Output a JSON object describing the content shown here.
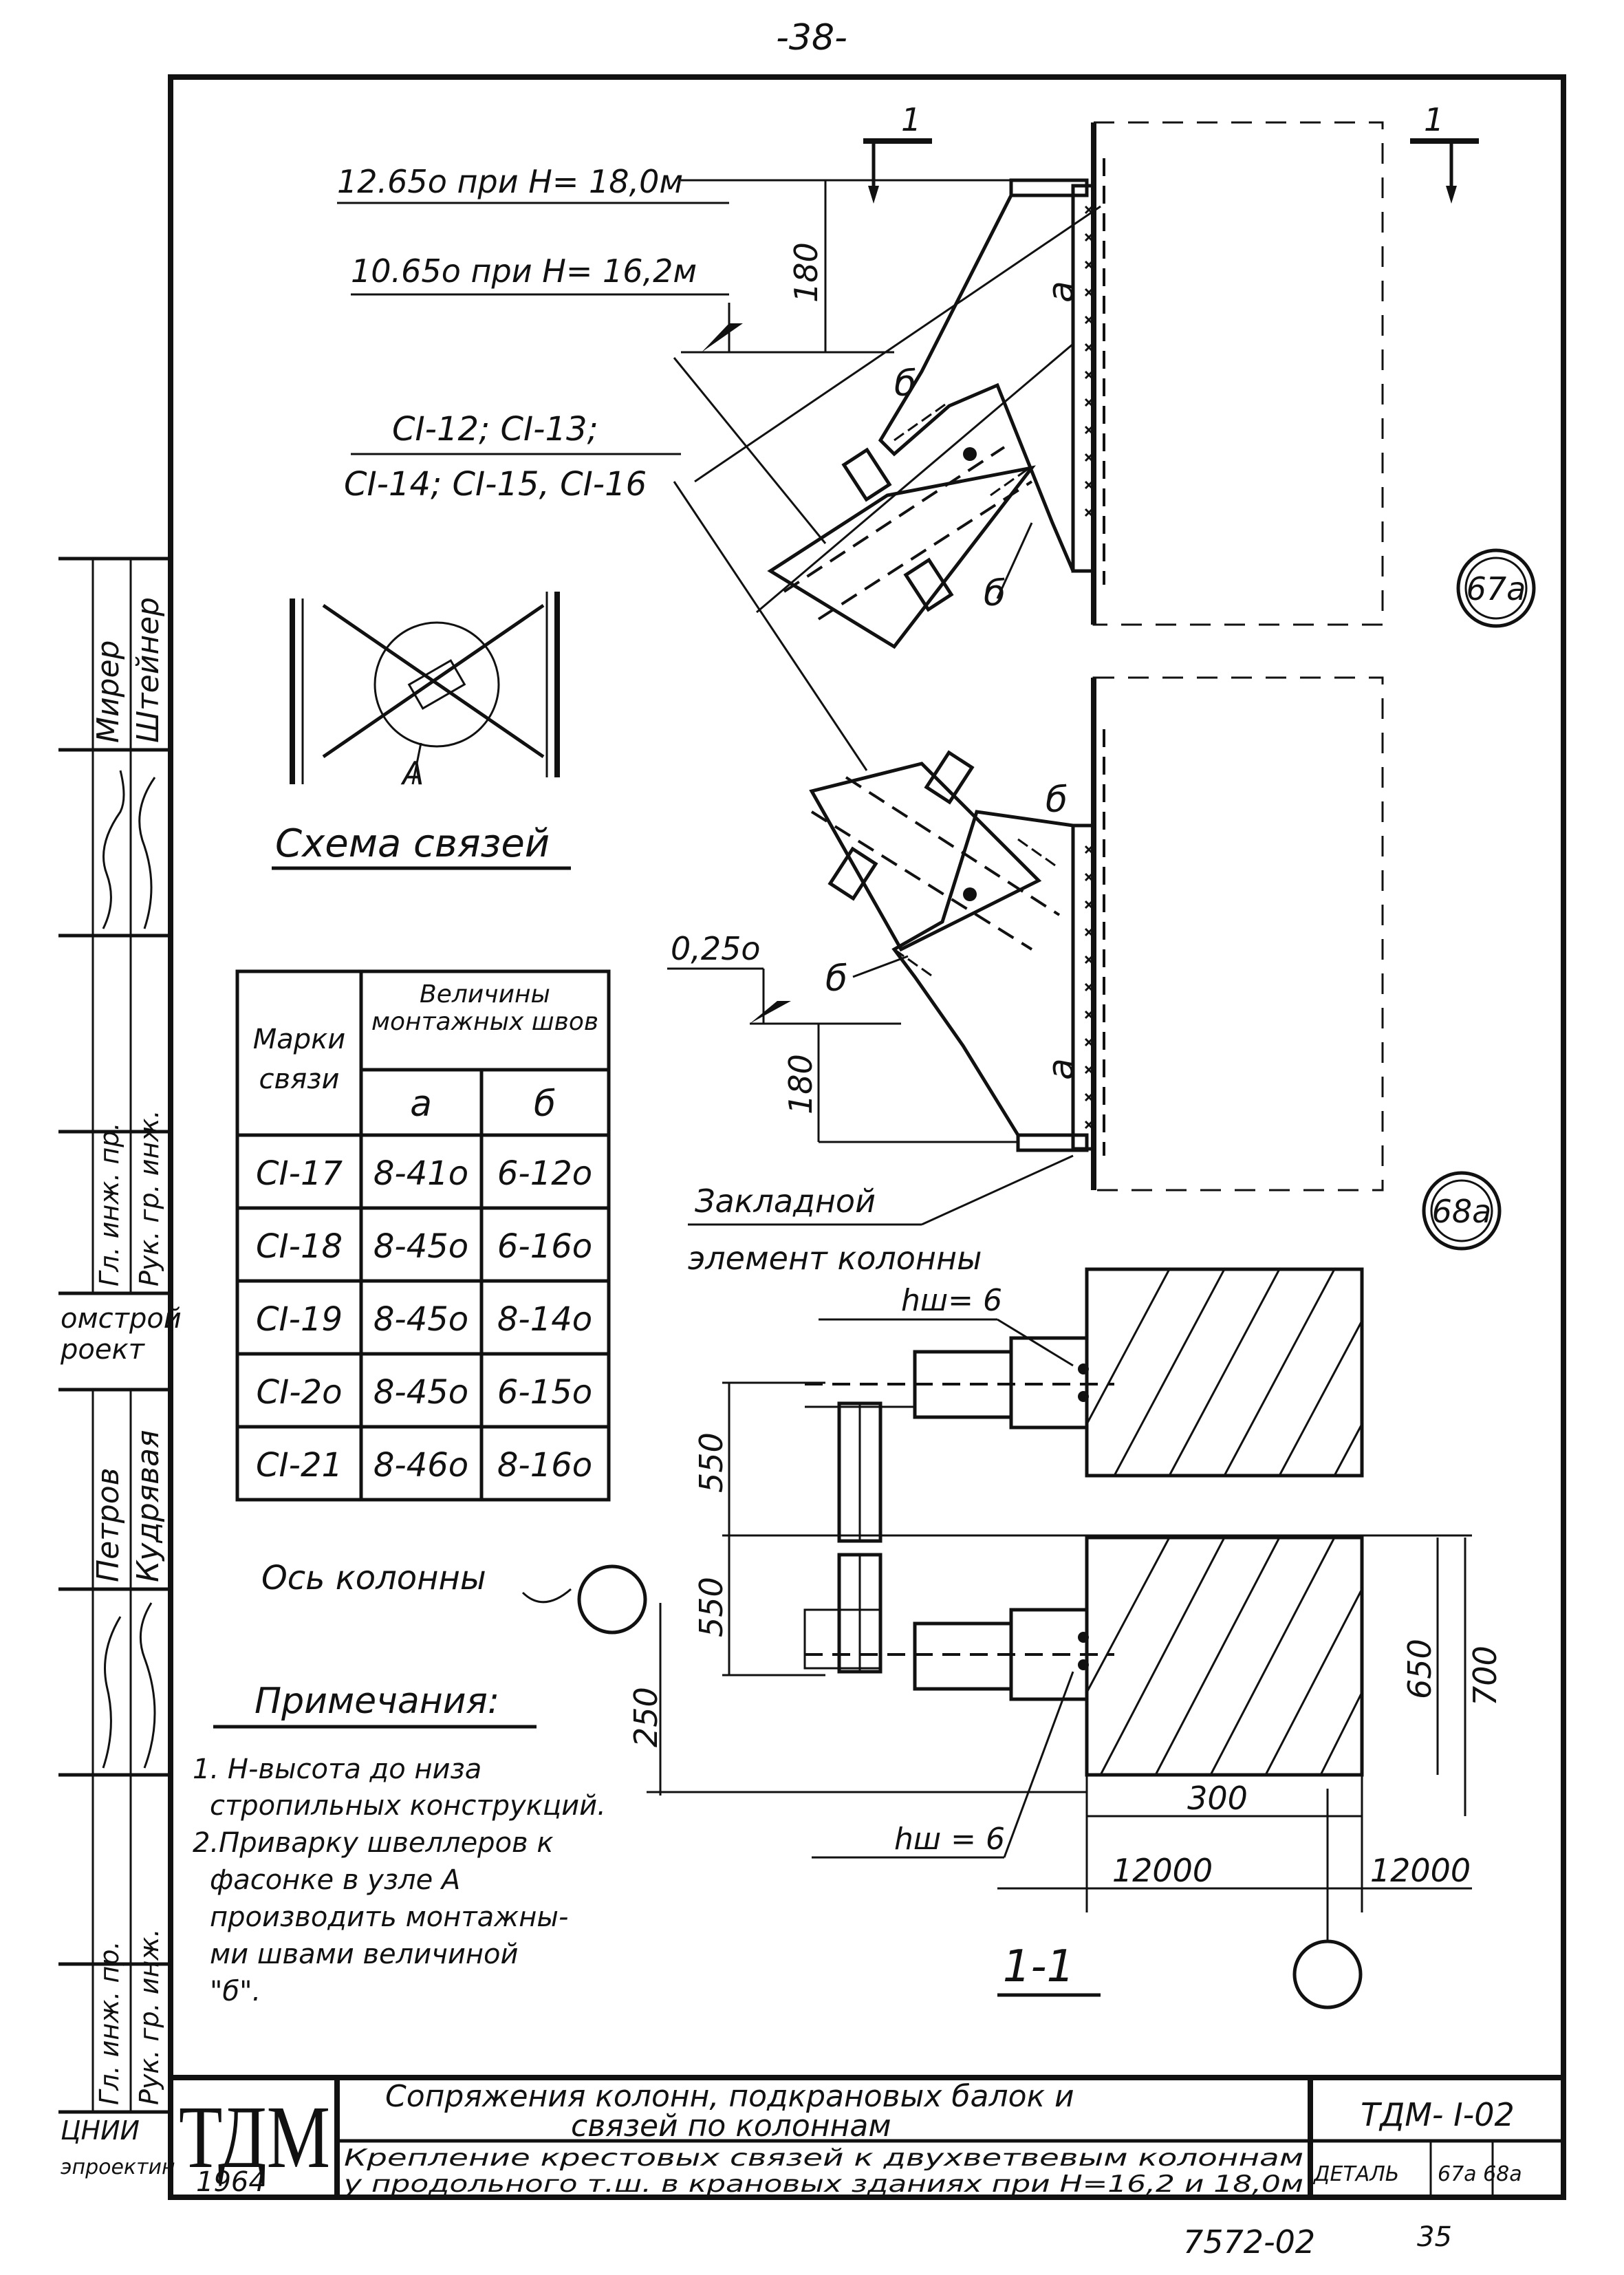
{
  "page_number": "-38-",
  "section_mark": "1",
  "levels": {
    "l1": "12.65о при H= 18,0м",
    "l2": "10.65о при H= 16,2м",
    "l3": "0,25о"
  },
  "dims": {
    "d180a": "180",
    "d180b": "180",
    "d550a": "550",
    "d550b": "550",
    "d250": "250",
    "d650": "650",
    "d700": "700",
    "d300": "300",
    "d12000a": "12000",
    "d12000b": "12000"
  },
  "bracing_marks": {
    "line1": "CI-12; CI-13;",
    "line2": "CI-14; CI-15, CI-16"
  },
  "weld_labels": {
    "a": "а",
    "b": "б"
  },
  "nodes": {
    "n67": "67а",
    "n68": "68а"
  },
  "scheme": {
    "node_label": "A",
    "title": "Схема связей"
  },
  "embedded": {
    "line1": "Закладной",
    "line2": "элемент колонны"
  },
  "weld_h1": "hш= 6",
  "weld_h2": "hш = 6",
  "column_axis": "Ось колонны",
  "section_label": "1-1",
  "table": {
    "h_mark": "Марки связи",
    "h_values": "Величины монтажных швов",
    "h_a": "а",
    "h_b": "б",
    "rows": [
      {
        "mark": "CI-17",
        "a": "8-41о",
        "b": "6-12о"
      },
      {
        "mark": "CI-18",
        "a": "8-45о",
        "b": "6-16о"
      },
      {
        "mark": "CI-19",
        "a": "8-45о",
        "b": "8-14о"
      },
      {
        "mark": "CI-2о",
        "a": "8-45о",
        "b": "6-15о"
      },
      {
        "mark": "CI-21",
        "a": "8-46о",
        "b": "8-16о"
      }
    ]
  },
  "notes": {
    "title": "Примечания:",
    "n1a": "1. H-высота до низа",
    "n1b": "стропильных конструкций.",
    "n2a": "2.Приварку швеллеров к",
    "n2b": "фасонке в узле A",
    "n2c": "производить монтажны-",
    "n2d": "ми швами величиной",
    "n2e": "\"б\"."
  },
  "side_stamp": {
    "name1": "Мирер",
    "name2": "Штейнер",
    "role1": "Гл. инж. пр.",
    "role2": "Рук. гр. инж.",
    "org1": "омстрой",
    "org2": "роект",
    "name3": "Петров",
    "name4": "Кудрявая",
    "role3": "Гл. инж. пр.",
    "role4": "Рук. гр. инж.",
    "org3": "ЦНИИ",
    "org4": "эпроектин"
  },
  "title_block": {
    "logo": "ТДМ",
    "year": "1964",
    "title1": "Сопряжения колонн, подкрановых балок и",
    "title2": "связей по колоннам",
    "subtitle1": "Крепление крестовых связей к двухветвевым колоннам",
    "subtitle2": "у продольного т.ш. в крановых зданиях при H=16,2 и 18,0м",
    "series": "ТДМ- I-02",
    "detail_label": "ДЕТАЛЬ",
    "detail_value": "67а 68а"
  },
  "footer": {
    "code": "7572-02",
    "sheet": "35"
  }
}
